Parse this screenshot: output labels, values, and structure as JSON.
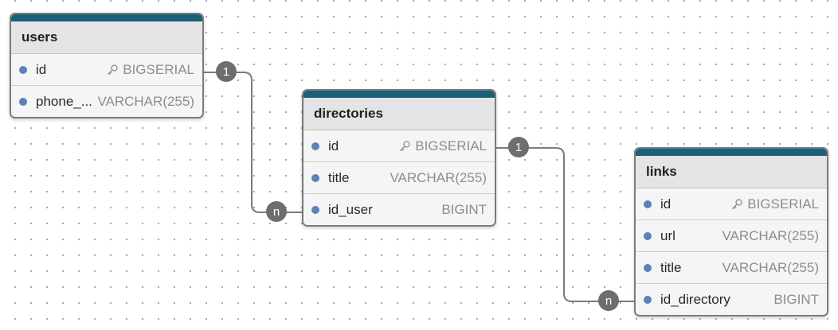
{
  "tables": {
    "users": {
      "name": "users",
      "columns": [
        {
          "name": "id",
          "type": "BIGSERIAL",
          "pk": true
        },
        {
          "name": "phone_...",
          "type": "VARCHAR(255)",
          "pk": false
        }
      ]
    },
    "directories": {
      "name": "directories",
      "columns": [
        {
          "name": "id",
          "type": "BIGSERIAL",
          "pk": true
        },
        {
          "name": "title",
          "type": "VARCHAR(255)",
          "pk": false
        },
        {
          "name": "id_user",
          "type": "BIGINT",
          "pk": false
        }
      ]
    },
    "links": {
      "name": "links",
      "columns": [
        {
          "name": "id",
          "type": "BIGSERIAL",
          "pk": true
        },
        {
          "name": "url",
          "type": "VARCHAR(255)",
          "pk": false
        },
        {
          "name": "title",
          "type": "VARCHAR(255)",
          "pk": false
        },
        {
          "name": "id_directory",
          "type": "BIGINT",
          "pk": false
        }
      ]
    }
  },
  "relations": [
    {
      "from": "users.id",
      "to": "directories.id_user",
      "from_label": "1",
      "to_label": "n"
    },
    {
      "from": "directories.id",
      "to": "links.id_directory",
      "from_label": "1",
      "to_label": "n"
    }
  ],
  "colors": {
    "header_accent": "#1b5f78",
    "column_dot": "#5b82b8",
    "connector": "#7b7b7b",
    "badge": "#6e6e6e"
  },
  "icons": {
    "primary_key": "key-icon"
  }
}
